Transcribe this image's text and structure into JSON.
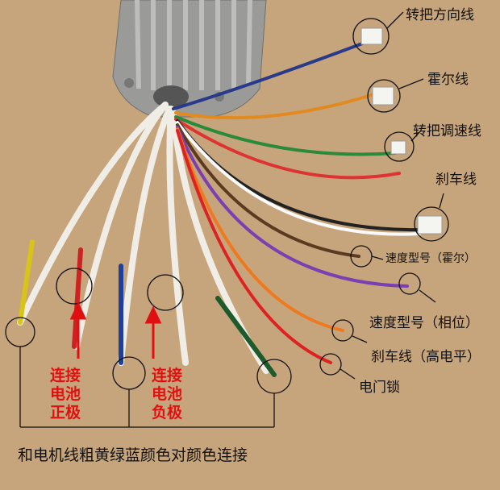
{
  "labels": {
    "throttle_direction": "转把方向线",
    "hall": "霍尔线",
    "throttle_speed": "转把调速线",
    "brake": "刹车线",
    "speed_hall": "速度型号（霍尔）",
    "speed_phase": "速度型号（相位）",
    "brake_high": "刹车线（高电平）",
    "ignition_lock": "电门锁",
    "battery_positive": [
      "连接",
      "电池",
      "正极"
    ],
    "battery_negative": [
      "连接",
      "电池",
      "负极"
    ],
    "motor_note": "和电机线粗黄绿蓝颜色对颜色连接"
  },
  "colors": {
    "background": "#c7a57c",
    "annotation_red": "#e01010",
    "controller": "#9a9a98"
  }
}
